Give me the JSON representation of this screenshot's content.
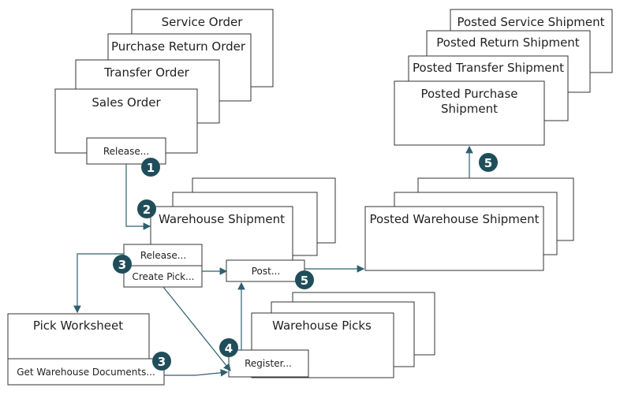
{
  "orders": {
    "service": "Service Order",
    "purchase_return": "Purchase Return Order",
    "transfer": "Transfer Order",
    "sales": "Sales Order",
    "release_btn": "Release..."
  },
  "posted": {
    "service": "Posted Service Shipment",
    "return": "Posted Return Shipment",
    "transfer": "Posted Transfer Shipment",
    "purchase_line1": "Posted Purchase",
    "purchase_line2": "Shipment"
  },
  "warehouse_shipment": {
    "title": "Warehouse Shipment",
    "release_btn": "Release...",
    "create_pick_btn": "Create Pick...",
    "post_btn": "Post..."
  },
  "posted_warehouse_shipment": {
    "title": "Posted Warehouse Shipment"
  },
  "pick_worksheet": {
    "title": "Pick Worksheet",
    "get_docs_btn": "Get Warehouse Documents..."
  },
  "warehouse_picks": {
    "title": "Warehouse Picks",
    "register_btn": "Register..."
  },
  "steps": {
    "s1": "1",
    "s2": "2",
    "s3a": "3",
    "s3b": "3",
    "s4": "4",
    "s5a": "5",
    "s5b": "5"
  },
  "colors": {
    "badge": "#1f4e5a",
    "stroke": "#333333",
    "arrow": "#2f5f6f"
  }
}
